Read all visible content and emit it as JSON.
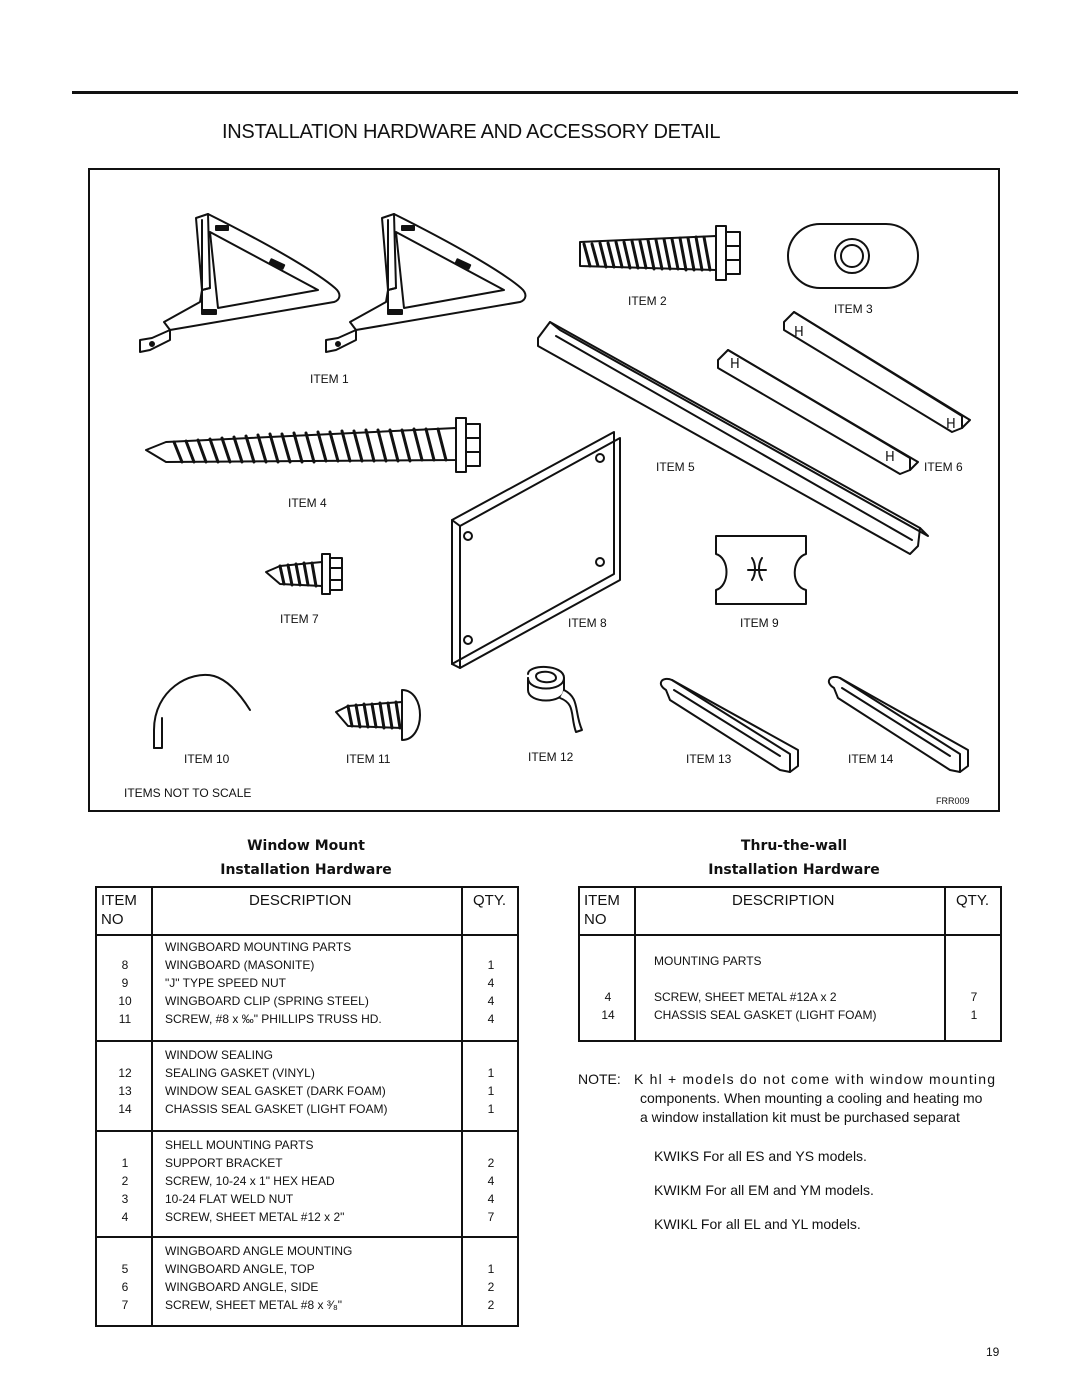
{
  "page": {
    "title": "INSTALLATION HARDWARE AND ACCESSORY DETAIL",
    "page_number": "19"
  },
  "figure": {
    "labels": {
      "item1": "ITEM 1",
      "item2": "ITEM 2",
      "item3": "ITEM 3",
      "item4": "ITEM 4",
      "item5": "ITEM 5",
      "item6": "ITEM 6",
      "item7": "ITEM 7",
      "item8": "ITEM 8",
      "item9": "ITEM 9",
      "item10": "ITEM 10",
      "item11": "ITEM 11",
      "item12": "ITEM 12",
      "item13": "ITEM 13",
      "item14": "ITEM 14"
    },
    "scale_note": "ITEMS NOT TO SCALE",
    "figure_code": "FRR009"
  },
  "window_table": {
    "title_line1": "Window Mount",
    "title_line2": "Installation Hardware",
    "header": {
      "item_line1": "ITEM",
      "item_line2": "NO",
      "description": "DESCRIPTION",
      "qty": "QTY."
    },
    "groups": [
      {
        "heading": "WINGBOARD MOUNTING PARTS",
        "rows": [
          {
            "no": "8",
            "desc": "WINGBOARD (MASONITE)",
            "qty": "1"
          },
          {
            "no": "9",
            "desc": "\"J\" TYPE SPEED NUT",
            "qty": "4"
          },
          {
            "no": "10",
            "desc": "WINGBOARD CLIP (SPRING STEEL)",
            "qty": "4"
          },
          {
            "no": "11",
            "desc": "SCREW, #8 x ‰\" PHILLIPS TRUSS HD.",
            "qty": "4"
          }
        ]
      },
      {
        "heading": "WINDOW SEALING",
        "rows": [
          {
            "no": "12",
            "desc": "SEALING GASKET (VINYL)",
            "qty": "1"
          },
          {
            "no": "13",
            "desc": "WINDOW SEAL GASKET (DARK FOAM)",
            "qty": "1"
          },
          {
            "no": "14",
            "desc": "CHASSIS SEAL GASKET (LIGHT FOAM)",
            "qty": "1"
          }
        ]
      },
      {
        "heading": "SHELL MOUNTING PARTS",
        "rows": [
          {
            "no": "1",
            "desc": "SUPPORT BRACKET",
            "qty": "2"
          },
          {
            "no": "2",
            "desc": "SCREW, 10-24 x 1\" HEX HEAD",
            "qty": "4"
          },
          {
            "no": "3",
            "desc": "10-24 FLAT WELD NUT",
            "qty": "4"
          },
          {
            "no": "4",
            "desc": "SCREW, SHEET METAL #12 x 2\"",
            "qty": "7"
          }
        ]
      },
      {
        "heading": "WINGBOARD ANGLE MOUNTING",
        "rows": [
          {
            "no": "5",
            "desc": "WINGBOARD ANGLE, TOP",
            "qty": "1"
          },
          {
            "no": "6",
            "desc": "WINGBOARD ANGLE, SIDE",
            "qty": "2"
          },
          {
            "no": "7",
            "desc": "SCREW, SHEET METAL #8 x ³⁄₈\"",
            "qty": "2"
          }
        ]
      }
    ]
  },
  "wall_table": {
    "title_line1": "Thru-the-wall",
    "title_line2": "Installation Hardware",
    "header": {
      "item_line1": "ITEM",
      "item_line2": "NO",
      "description": "DESCRIPTION",
      "qty": "QTY."
    },
    "groups": [
      {
        "heading": "MOUNTING PARTS",
        "rows": [
          {
            "no": "4",
            "desc": "SCREW, SHEET METAL #12A x 2",
            "qty": "7"
          },
          {
            "no": "14",
            "desc": "CHASSIS SEAL GASKET (LIGHT FOAM)",
            "qty": "1"
          }
        ]
      }
    ]
  },
  "note": {
    "prefix": "NOTE:",
    "line1": "K hl + models do not come with window mounting",
    "line2": "components.  When mounting a cooling and heating mo",
    "line3": "a window installation kit must be purchased separat"
  },
  "kits": [
    "KWIKS  For all ES and YS models.",
    "KWIKM For all EM and YM models.",
    "KWIKL For all EL and YL models."
  ]
}
